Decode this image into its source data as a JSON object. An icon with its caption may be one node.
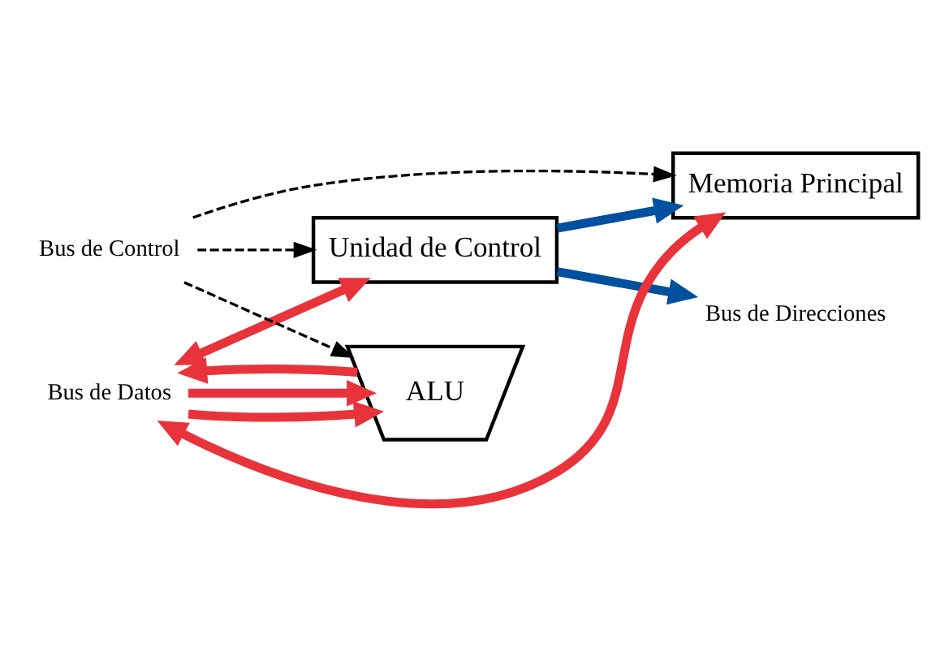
{
  "diagram": {
    "nodes": [
      {
        "text": [
          "Unidad de Control"
        ]
      },
      {
        "text": [
          "ALU"
        ]
      },
      {
        "text": [
          "Memoria Principal"
        ]
      },
      {
        "text": [
          "Bus de Direcciones"
        ]
      },
      {
        "text": [
          "Bus de Datos"
        ]
      },
      {
        "text": [
          "Bus de Control"
        ]
      }
    ],
    "edges": [
      {
        "from": 0,
        "to": 3,
        "arrow": "to",
        "color": "#0050a0"
      },
      {
        "from": 0,
        "to": 2,
        "arrow": "to",
        "color": "#0050a0"
      },
      {
        "from": 4,
        "to": 0,
        "arrow": "both",
        "color": "#e8333a"
      },
      {
        "from": 4,
        "to": 1,
        "arrow": "to",
        "color": "#e8333a"
      },
      {
        "from": 4,
        "to": 1,
        "arrow": "to",
        "color": "#e8333a"
      },
      {
        "from": 1,
        "to": 4,
        "arrow": "to",
        "color": "#e8333a"
      },
      {
        "from": 4,
        "to": 2,
        "arrow": "both",
        "color": "#e8333a"
      },
      {
        "from": 5,
        "to": 0,
        "arrow": "to",
        "style": "dashed",
        "color": "#000000"
      },
      {
        "from": 5,
        "to": 1,
        "arrow": "to",
        "style": "dashed",
        "color": "#000000"
      },
      {
        "from": 5,
        "to": 2,
        "arrow": "to",
        "style": "dashed",
        "color": "#000000"
      }
    ]
  }
}
